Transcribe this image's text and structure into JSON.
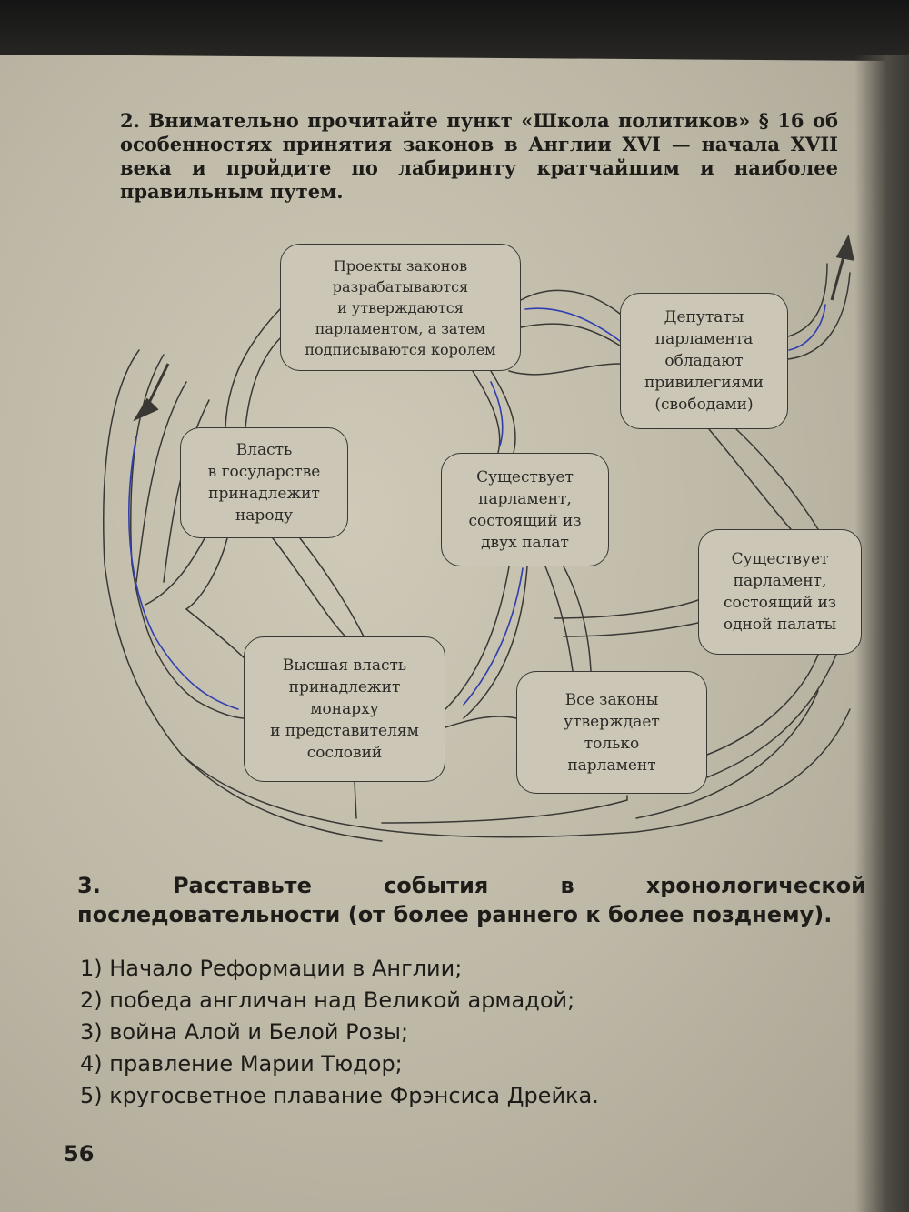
{
  "task2": {
    "heading": "2. Внимательно прочитайте пункт «Школа политиков» § 16 об особенностях принятия законов в Англии XVI — начала XVII века и пройдите по лабиринту кратчайшим и наиболее правильным путем."
  },
  "maze": {
    "boxes": {
      "projects": "Проекты законов\nразрабатываются\nи утверждаются\nпарламентом, а затем\nподписываются королем",
      "deputies": "Депутаты\nпарламента\nобладают\nпривилегиями\n(свободами)",
      "people": "Власть\nв государстве\nпринадлежит\nнароду",
      "two_chambers": "Существует\nпарламент,\nсостоящий из\nдвух палат",
      "one_chamber": "Существует\nпарламент,\nсостоящий из\nодной палаты",
      "monarch": "Высшая власть\nпринадлежит\nмонарху\nи представителям\nсословий",
      "all_laws": "Все законы\nутверждает\nтолько\nпарламент"
    },
    "path_color": "#2f3fb0",
    "road_color": "#3a3834"
  },
  "task3": {
    "heading": "3. Расставьте события в хронологической последовательности (от более раннего к более позднему).",
    "items": [
      "1) Начало Реформации в Англии;",
      "2) победа англичан над Великой армадой;",
      "3) война Алой и Белой Розы;",
      "4) правление Марии Тюдор;",
      "5) кругосветное плавание Фрэнсиса Дрейка."
    ]
  },
  "page_number": "56"
}
